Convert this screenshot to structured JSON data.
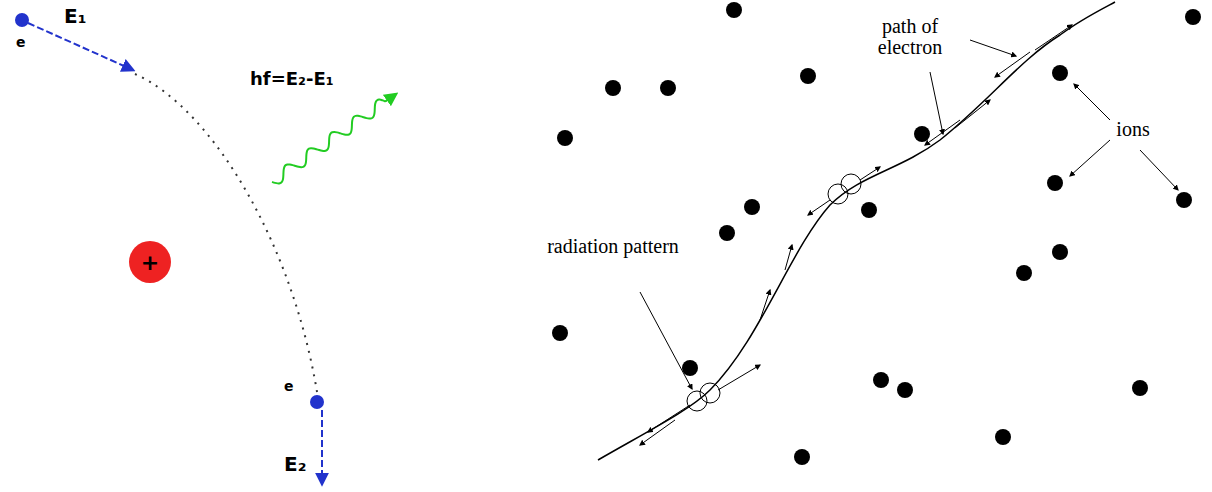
{
  "diagram": {
    "nodes": [
      {
        "text": [
          "+"
        ]
      }
    ],
    "labels": [
      "e",
      "E₁",
      "hf=E₂-E₁",
      "e",
      "E₂",
      "path of electron",
      "ions",
      "radiation pattern"
    ]
  }
}
